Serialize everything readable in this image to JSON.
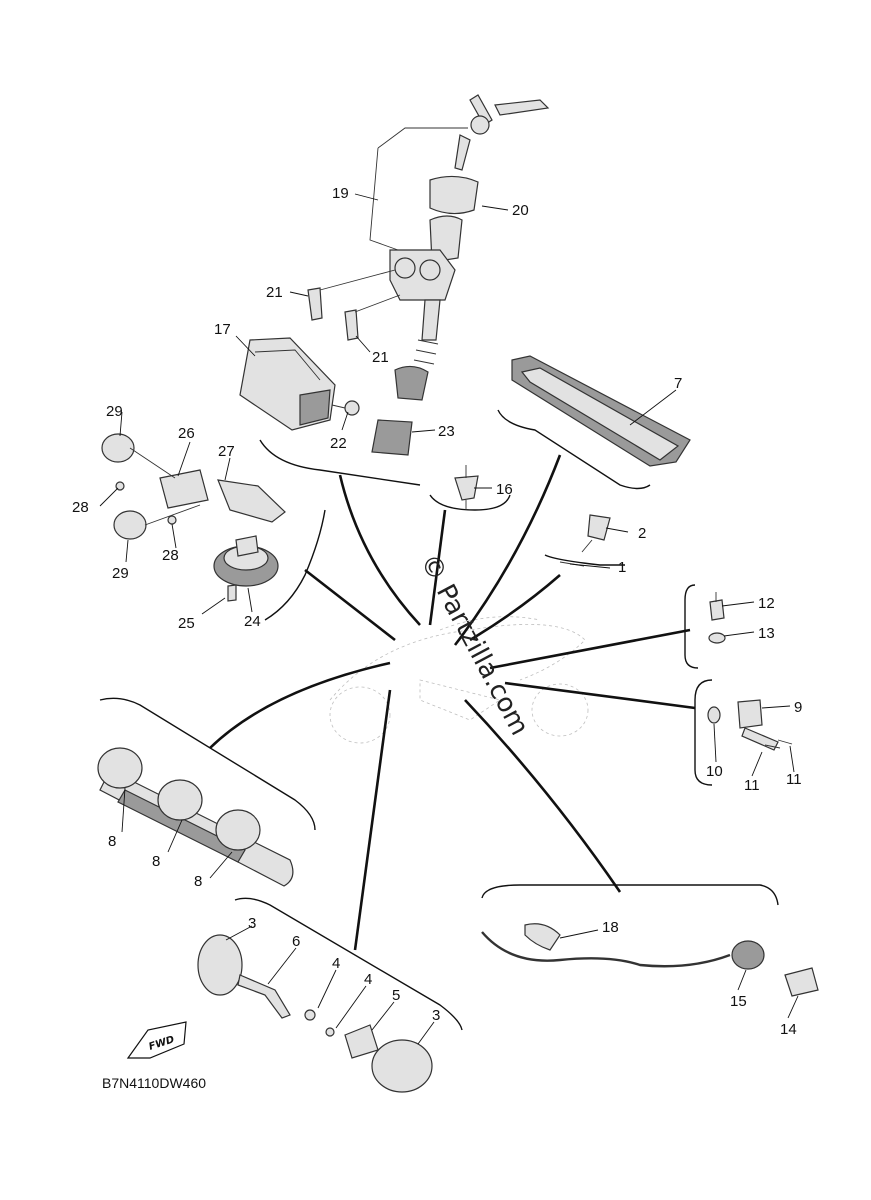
{
  "diagram_code": "B7N4110DW460",
  "watermark": "© Partzilla.com",
  "fwd_label": "FWD",
  "callouts": [
    {
      "id": "c1",
      "text": "1"
    },
    {
      "id": "c2",
      "text": "2"
    },
    {
      "id": "c3a",
      "text": "3"
    },
    {
      "id": "c3b",
      "text": "3"
    },
    {
      "id": "c4a",
      "text": "4"
    },
    {
      "id": "c4b",
      "text": "4"
    },
    {
      "id": "c5",
      "text": "5"
    },
    {
      "id": "c6",
      "text": "6"
    },
    {
      "id": "c7",
      "text": "7"
    },
    {
      "id": "c8a",
      "text": "8"
    },
    {
      "id": "c8b",
      "text": "8"
    },
    {
      "id": "c8c",
      "text": "8"
    },
    {
      "id": "c9",
      "text": "9"
    },
    {
      "id": "c10",
      "text": "10"
    },
    {
      "id": "c11a",
      "text": "11"
    },
    {
      "id": "c11b",
      "text": "11"
    },
    {
      "id": "c12",
      "text": "12"
    },
    {
      "id": "c13",
      "text": "13"
    },
    {
      "id": "c14",
      "text": "14"
    },
    {
      "id": "c15",
      "text": "15"
    },
    {
      "id": "c16",
      "text": "16"
    },
    {
      "id": "c17",
      "text": "17"
    },
    {
      "id": "c18",
      "text": "18"
    },
    {
      "id": "c19",
      "text": "19"
    },
    {
      "id": "c20",
      "text": "20"
    },
    {
      "id": "c21a",
      "text": "21"
    },
    {
      "id": "c21b",
      "text": "21"
    },
    {
      "id": "c22",
      "text": "22"
    },
    {
      "id": "c23",
      "text": "23"
    },
    {
      "id": "c24",
      "text": "24"
    },
    {
      "id": "c25",
      "text": "25"
    },
    {
      "id": "c26",
      "text": "26"
    },
    {
      "id": "c27",
      "text": "27"
    },
    {
      "id": "c28a",
      "text": "28"
    },
    {
      "id": "c28b",
      "text": "28"
    },
    {
      "id": "c29a",
      "text": "29"
    },
    {
      "id": "c29b",
      "text": "29"
    }
  ]
}
